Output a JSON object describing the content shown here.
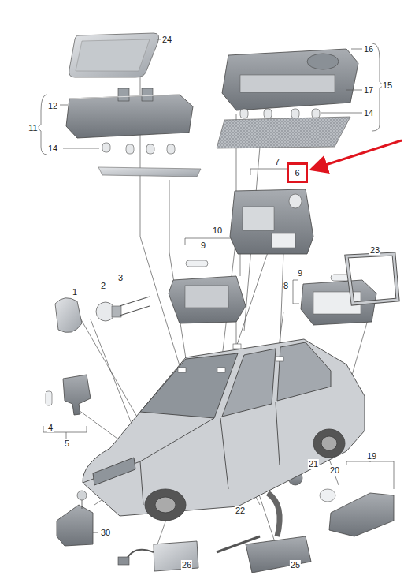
{
  "diagram": {
    "nodes": [
      {
        "text": [
          "6"
        ]
      }
    ],
    "labels": [
      "24",
      "16",
      "15",
      "17",
      "12",
      "14",
      "11",
      "14",
      "7",
      "10",
      "9",
      "23",
      "9",
      "3",
      "2",
      "8",
      "1",
      "4",
      "5",
      "19",
      "21",
      "20",
      "22",
      "30",
      "26",
      "25"
    ]
  }
}
